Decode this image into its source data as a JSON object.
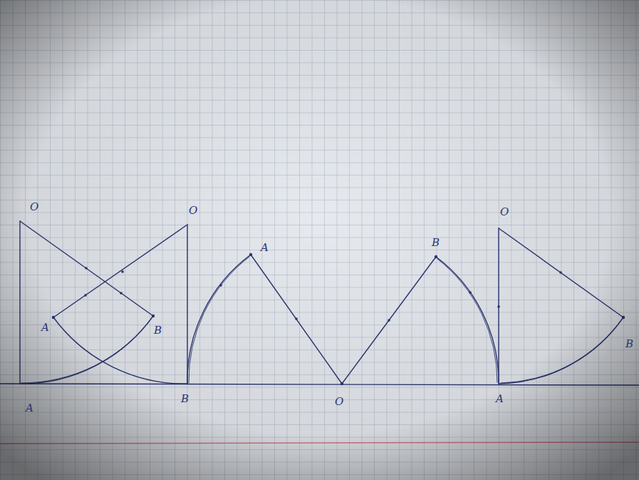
{
  "diagram": {
    "labels": [
      "O",
      "O",
      "O",
      "A",
      "B",
      "A",
      "B",
      "A",
      "O",
      "B",
      "B",
      "A"
    ]
  }
}
